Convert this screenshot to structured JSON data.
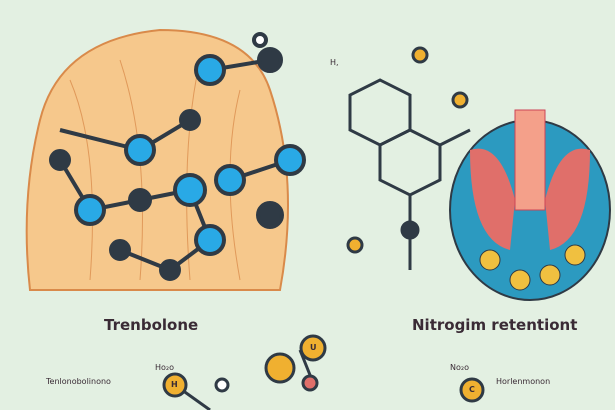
{
  "labels": {
    "left_title": "Trenbolone",
    "right_title": "Nitrogim retentiont",
    "bottom_left": "Tenlonobolinono",
    "bottom_right": "Horlenmonon",
    "formula_1": "Ho₂o",
    "formula_2": "No₂o",
    "formula_top": "H,",
    "atom_h": "H",
    "atom_u": "U",
    "atom_c": "C"
  },
  "colors": {
    "background": "#e3f0e2",
    "muscle": "#f6c88c",
    "atom_blue": "#29a9e6",
    "atom_dark": "#2f3a45",
    "atom_gold": "#f0b030",
    "lung": "#e06f6a"
  }
}
